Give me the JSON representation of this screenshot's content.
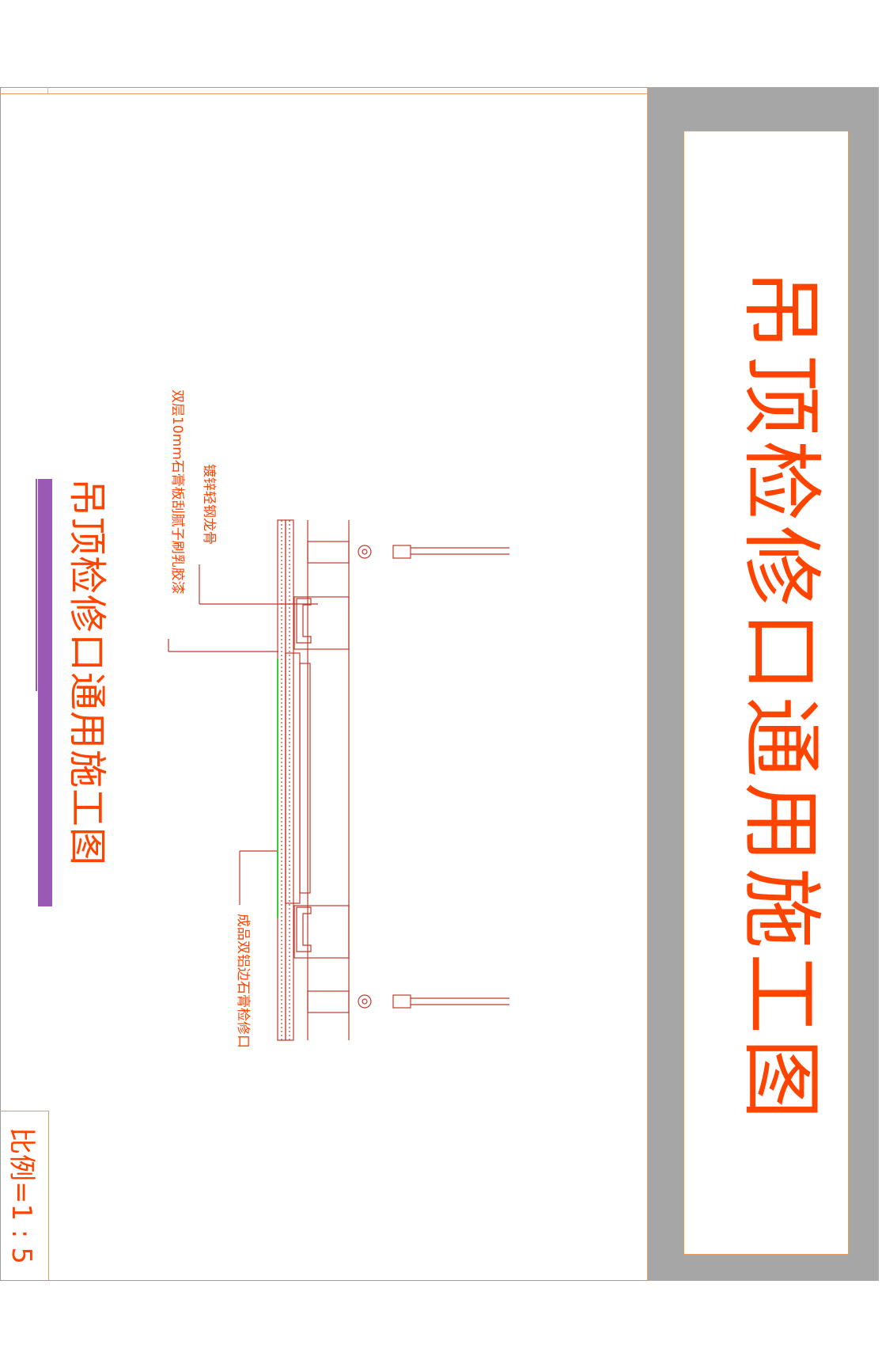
{
  "title": "吊顶检修口通用施工图",
  "subtitle": "吊顶检修口通用施工图",
  "scale": "比例=1 : 5",
  "labels": {
    "keel": "镀锌轻钢龙骨",
    "board": "双层10mm石膏板刮腻子刷乳胶漆",
    "access_panel": "成品双铝边石膏检修口"
  },
  "colors": {
    "title": "#ff4400",
    "line": "#c0392b",
    "accent_bar": "#9b59b6",
    "panel_grey": "#a6a6a6",
    "frame": "#e89a5a",
    "access_line": "#33cc33"
  }
}
